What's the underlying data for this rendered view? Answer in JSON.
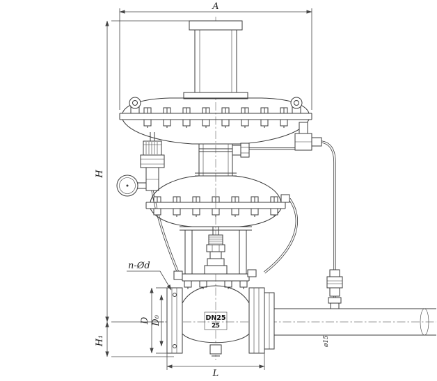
{
  "drawing": {
    "type": "technical-dimension-drawing",
    "subject": "Self-operated pressure regulating control valve, front elevation with dimension callouts",
    "colors": {
      "line": "#3b3b3b",
      "background": "#ffffff",
      "centerline": "#7a7a7a"
    },
    "dimensions": {
      "A": "A",
      "H": "H",
      "H1": "H₁",
      "D": "D",
      "D0": "D₀",
      "L": "L",
      "bolt_holes": "n-Ød",
      "pipe_diameter": "ø15"
    },
    "valve_marking": {
      "line1": "DN25",
      "line2": "25"
    }
  }
}
